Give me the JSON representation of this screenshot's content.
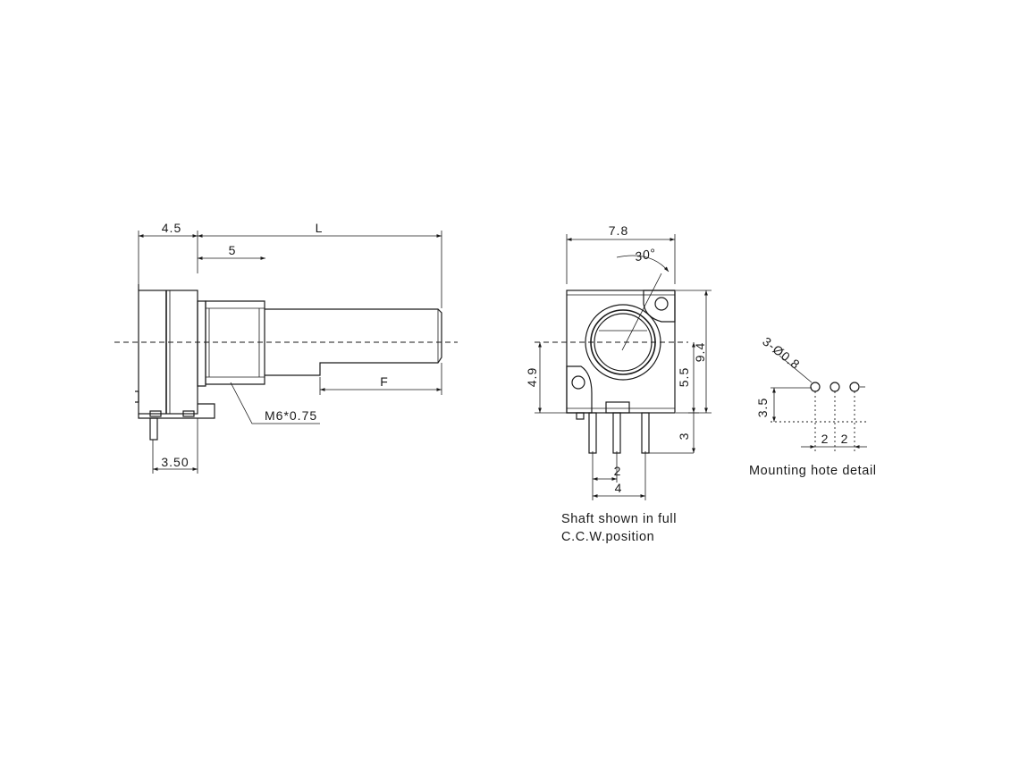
{
  "side_view": {
    "dim_body": "4.5",
    "dim_total": "L",
    "dim_thread": "5",
    "dim_flat": "F",
    "dim_pin": "3.50",
    "thread_label": "M6*0.75"
  },
  "front_view": {
    "dim_width": "7.8",
    "dim_angle": "30°",
    "dim_height": "9.4",
    "dim_axis_left": "4.9",
    "dim_axis_right": "5.5",
    "dim_pin_length": "3",
    "dim_pin_pitch": "2",
    "dim_pin_span": "4",
    "caption_line1": "Shaft shown in full",
    "caption_line2": "C.C.W.position"
  },
  "mounting_detail": {
    "hole_spec": "3-Ø0.8",
    "dim_offset": "3.5",
    "dim_pitch_a": "2",
    "dim_pitch_b": "2",
    "caption": "Mounting hote detail"
  }
}
